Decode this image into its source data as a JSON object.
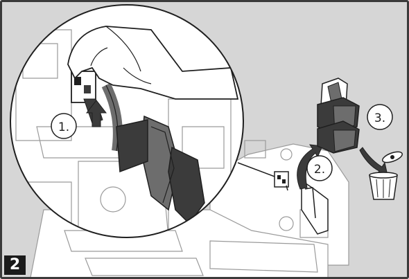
{
  "figure": {
    "step_number": "2",
    "callouts": [
      {
        "id": "callout-1",
        "label": "1."
      },
      {
        "id": "callout-2",
        "label": "2."
      },
      {
        "id": "callout-3",
        "label": "3."
      }
    ]
  },
  "colors": {
    "background": "#d6d6d6",
    "line": "#1f1f1f",
    "part_dark": "#3b3b3b",
    "part_mid": "#6d6d6d",
    "white": "#ffffff",
    "badge": "#1a1a1a"
  },
  "icons": [
    "hand-icon",
    "connector-icon",
    "arrow-icon",
    "trash-bin-icon",
    "magnifier-circle"
  ]
}
